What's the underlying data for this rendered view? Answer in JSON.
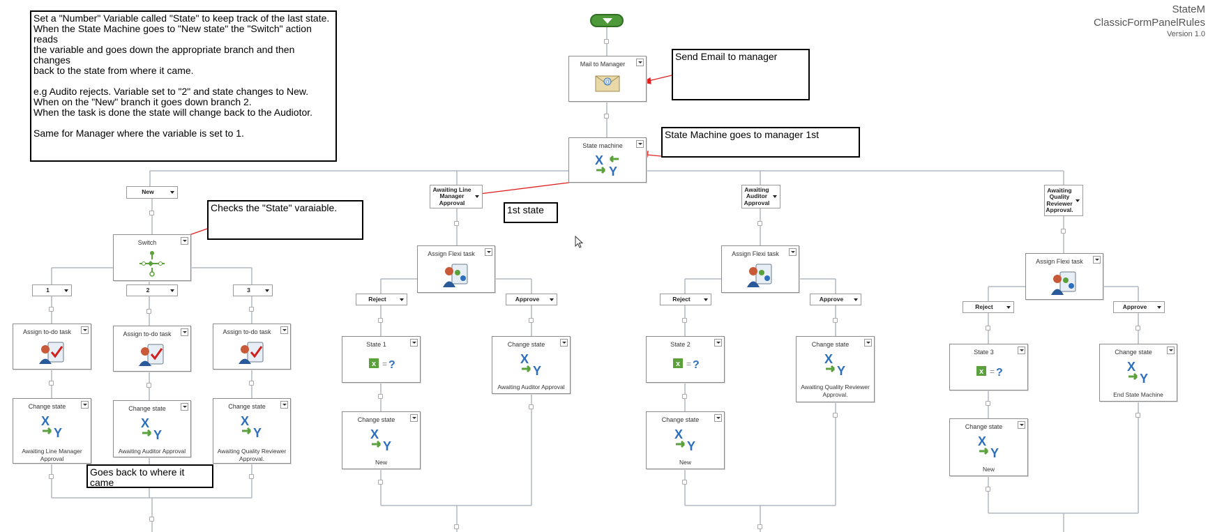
{
  "header": {
    "title": "StateM",
    "subtitle": "ClassicFormPanelRules",
    "version": "Version 1.0"
  },
  "notes": {
    "main": "Set a \"Number\" Variable called \"State\" to keep track of the last state.\nWhen the State Machine goes to \"New state\" the \"Switch\" action reads\nthe variable and goes down the appropriate branch and then changes\nback to the state from where it came.\n\ne.g Audito rejects.  Variable set to \"2\" and state changes to New.\nWhen on the \"New\" branch it goes down branch 2.\nWhen the task is done the state will change back to the Audiotor.\n\nSame for Manager where the variable is set to 1.",
    "email": "Send Email to manager",
    "state_machine": "State Machine goes to manager 1st",
    "checks": "Checks the \"State\" varaiable.",
    "first_state": "1st state",
    "goes_back": "Goes back to where it came"
  },
  "actions": {
    "mail": {
      "title": "Mail to Manager"
    },
    "state_machine": {
      "title": "State machine"
    },
    "switch": {
      "title": "Switch"
    },
    "todo1": {
      "title": "Assign to-do task"
    },
    "todo2": {
      "title": "Assign to-do task"
    },
    "todo3": {
      "title": "Assign to-do task"
    },
    "cs1": {
      "title": "Change state",
      "caption": "Awaiting Line Manager Approval"
    },
    "cs2": {
      "title": "Change state",
      "caption": "Awaiting Auditor Approval"
    },
    "cs3": {
      "title": "Change state",
      "caption": "Awaiting Quality Reviewer Approval."
    },
    "flexi1": {
      "title": "Assign Flexi task"
    },
    "flexi2": {
      "title": "Assign Flexi task"
    },
    "flexi3": {
      "title": "Assign Flexi task"
    },
    "state1": {
      "title": "State 1"
    },
    "state2": {
      "title": "State 2"
    },
    "state3": {
      "title": "State 3"
    },
    "csn1": {
      "title": "Change state",
      "caption": "New"
    },
    "csn2": {
      "title": "Change state",
      "caption": "New"
    },
    "csn3": {
      "title": "Change state",
      "caption": "New"
    },
    "csa1": {
      "title": "Change state",
      "caption": "Awaiting Auditor Approval"
    },
    "csa2": {
      "title": "Change state",
      "caption": "Awaiting Quality Reviewer Approval."
    },
    "csa3": {
      "title": "Change state",
      "caption": "End State Machine"
    }
  },
  "branches": {
    "new": "New",
    "line_manager": "Awaiting Line Manager Approval",
    "auditor": "Awaiting Auditor Approval",
    "quality": "Awaiting Quality Reviewer Approval.",
    "b1": "1",
    "b2": "2",
    "b3": "3",
    "reject1": "Reject",
    "approve1": "Approve",
    "reject2": "Reject",
    "approve2": "Approve",
    "reject3": "Reject",
    "approve3": "Approve"
  },
  "colors": {
    "start": "#4e9a3a",
    "arrow": "#e02020",
    "wire": "#b0b8c0"
  }
}
